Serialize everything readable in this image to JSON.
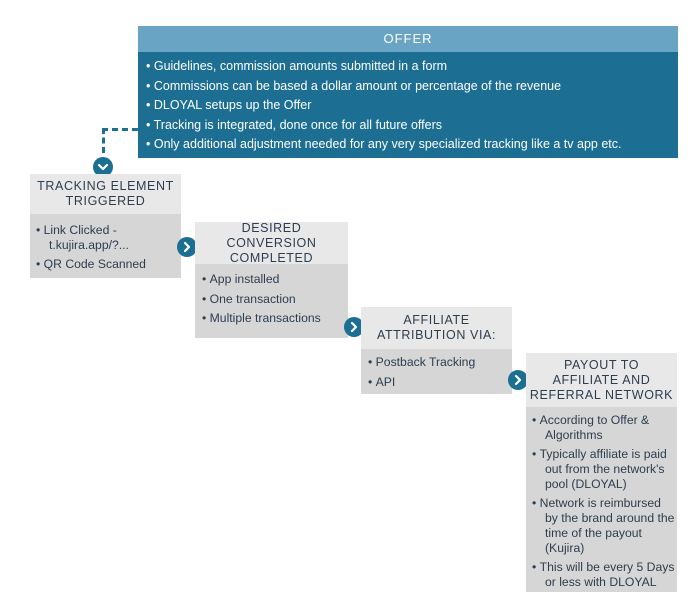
{
  "offer": {
    "title": "OFFER",
    "items": [
      "Guidelines, commission amounts submitted in a form",
      "Commissions can be based a dollar amount or percentage of the revenue",
      "DLOYAL setups up the Offer",
      "Tracking is integrated, done once for all future offers",
      "Only additional adjustment needed for any very specialized tracking like a tv app etc."
    ]
  },
  "steps": [
    {
      "title_lines": [
        "TRACKING ELEMENT",
        "TRIGGERED"
      ],
      "items": [
        {
          "lines": [
            "Link Clicked -",
            "t.kujira.app/?..."
          ]
        },
        {
          "lines": [
            "QR Code Scanned"
          ]
        }
      ]
    },
    {
      "title_lines": [
        "DESIRED CONVERSION",
        "COMPLETED"
      ],
      "items": [
        {
          "lines": [
            "App installed"
          ]
        },
        {
          "lines": [
            "One transaction"
          ]
        },
        {
          "lines": [
            "Multiple transactions"
          ]
        }
      ]
    },
    {
      "title_lines": [
        "AFFILIATE",
        "ATTRIBUTION VIA:"
      ],
      "items": [
        {
          "lines": [
            "Postback Tracking"
          ]
        },
        {
          "lines": [
            "API"
          ]
        }
      ]
    },
    {
      "title_lines": [
        "PAYOUT TO",
        "AFFILIATE AND",
        "REFERRAL NETWORK"
      ],
      "items": [
        {
          "lines": [
            "According to Offer &",
            "Algorithms"
          ]
        },
        {
          "lines": [
            "Typically affiliate is paid",
            "out from the network's",
            "pool (DLOYAL)"
          ]
        },
        {
          "lines": [
            "Network is reimbursed",
            "by the brand around the",
            "time of the payout",
            "(Kujira)"
          ]
        },
        {
          "lines": [
            "This will be every 5 Days",
            "or less with DLOYAL"
          ]
        }
      ]
    }
  ],
  "colors": {
    "primary": "#1c6e93",
    "offer_header": "#6aa4c4",
    "step_header": "#e8e8e8",
    "step_body": "#d6d6d6",
    "text": "#2c3e50"
  },
  "icons": {
    "down": "chevron-down-icon",
    "right": "chevron-right-icon"
  }
}
